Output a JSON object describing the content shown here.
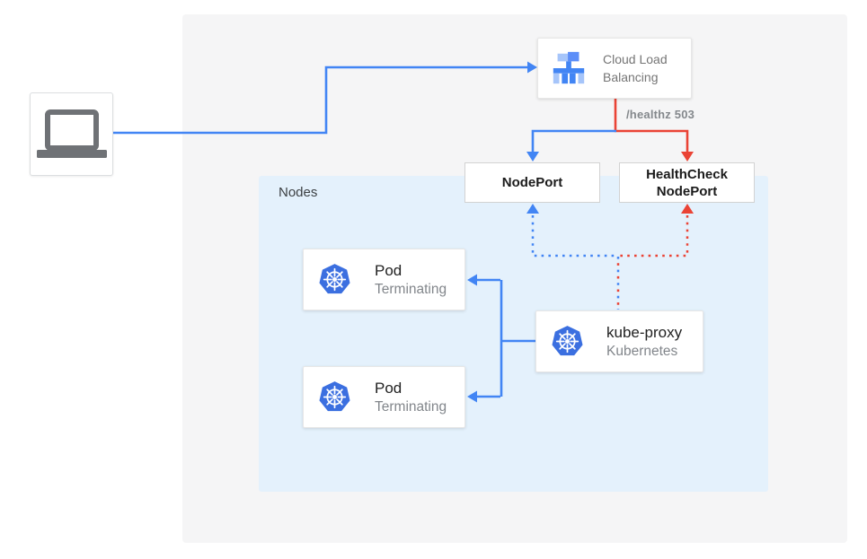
{
  "diagram": {
    "client": {
      "name": "client laptop"
    },
    "load_balancer": {
      "label": "Cloud Load Balancing"
    },
    "node_port": {
      "label": "NodePort"
    },
    "health_check_node_port": {
      "label": "HealthCheck NodePort"
    },
    "nodes_group": {
      "label": "Nodes"
    },
    "pods": [
      {
        "title": "Pod",
        "subtitle": "Terminating"
      },
      {
        "title": "Pod",
        "subtitle": "Terminating"
      }
    ],
    "kube_proxy": {
      "title": "kube-proxy",
      "subtitle": "Kubernetes"
    },
    "edges": [
      {
        "from": "client",
        "to": "cloud-load-balancing",
        "style": "solid",
        "color": "#4285F4"
      },
      {
        "from": "cloud-load-balancing",
        "to": "node-port",
        "style": "solid",
        "color": "#4285F4"
      },
      {
        "from": "cloud-load-balancing",
        "to": "healthcheck-node-port",
        "style": "solid",
        "color": "#EA4335",
        "label": "/healthz 503"
      },
      {
        "from": "kube-proxy",
        "to": "node-port",
        "style": "dotted",
        "color": "#4285F4"
      },
      {
        "from": "kube-proxy",
        "to": "healthcheck-node-port",
        "style": "dotted",
        "color": "#EA4335"
      },
      {
        "from": "kube-proxy",
        "to": "pod-1",
        "style": "solid",
        "color": "#4285F4"
      },
      {
        "from": "kube-proxy",
        "to": "pod-2",
        "style": "solid",
        "color": "#4285F4"
      }
    ],
    "colors": {
      "traffic_blue": "#4285F4",
      "error_red": "#EA4335",
      "nodes_background": "#E4F1FC",
      "canvas_background": "#F5F5F6",
      "kubernetes_blue": "#3B6FE0"
    },
    "icons": {
      "client": "laptop-icon",
      "load_balancer": "cloud-load-balancing-icon",
      "pod": "kubernetes-icon",
      "kube_proxy": "kubernetes-icon"
    }
  }
}
